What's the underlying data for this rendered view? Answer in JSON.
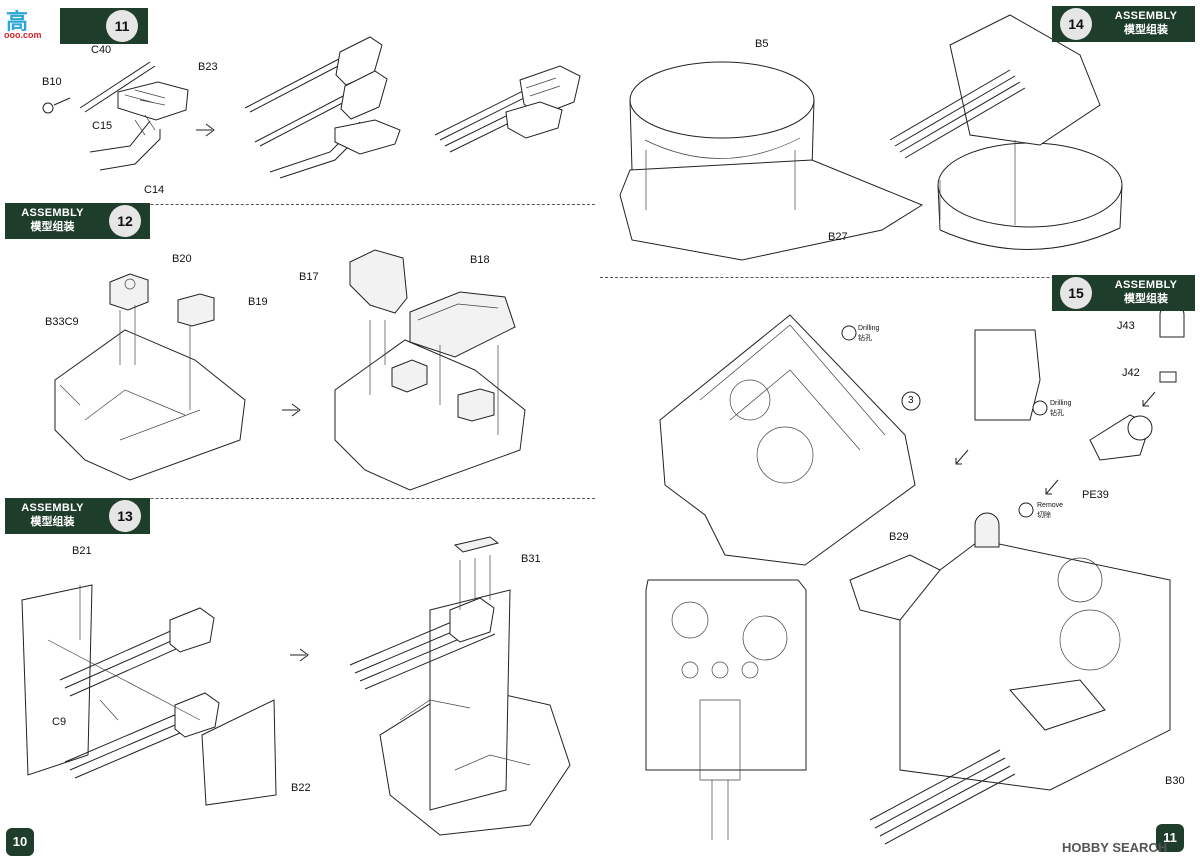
{
  "steps": [
    {
      "number": "11",
      "title_en": "",
      "title_cn": ""
    },
    {
      "number": "12",
      "title_en": "ASSEMBLY",
      "title_cn": "模型组装"
    },
    {
      "number": "13",
      "title_en": "ASSEMBLY",
      "title_cn": "模型组装"
    },
    {
      "number": "14",
      "title_en": "ASSEMBLY",
      "title_cn": "模型组装"
    },
    {
      "number": "15",
      "title_en": "ASSEMBLY",
      "title_cn": "模型组装"
    }
  ],
  "labels": {
    "c40": "C40",
    "b10": "B10",
    "b23": "B23",
    "c15": "C15",
    "c14": "C14",
    "b20": "B20",
    "b33c9": "B33C9",
    "b19": "B19",
    "b17": "B17",
    "b18": "B18",
    "b21": "B21",
    "c9": "C9",
    "b22": "B22",
    "b31": "B31",
    "b5": "B5",
    "b27": "B27",
    "j43": "J43",
    "j42": "J42",
    "pe39": "PE39",
    "b29": "B29",
    "b30": "B30",
    "callout3": "3"
  },
  "notes": {
    "drill_en": "Drilling",
    "drill_cn": "钻孔",
    "remove_en": "Remove",
    "remove_cn": "切除"
  },
  "watermark": {
    "logo": "高",
    "site": "ooo.com",
    "brand": "HOBBY SEARCH"
  },
  "pages": {
    "left": "10",
    "right": "11"
  }
}
